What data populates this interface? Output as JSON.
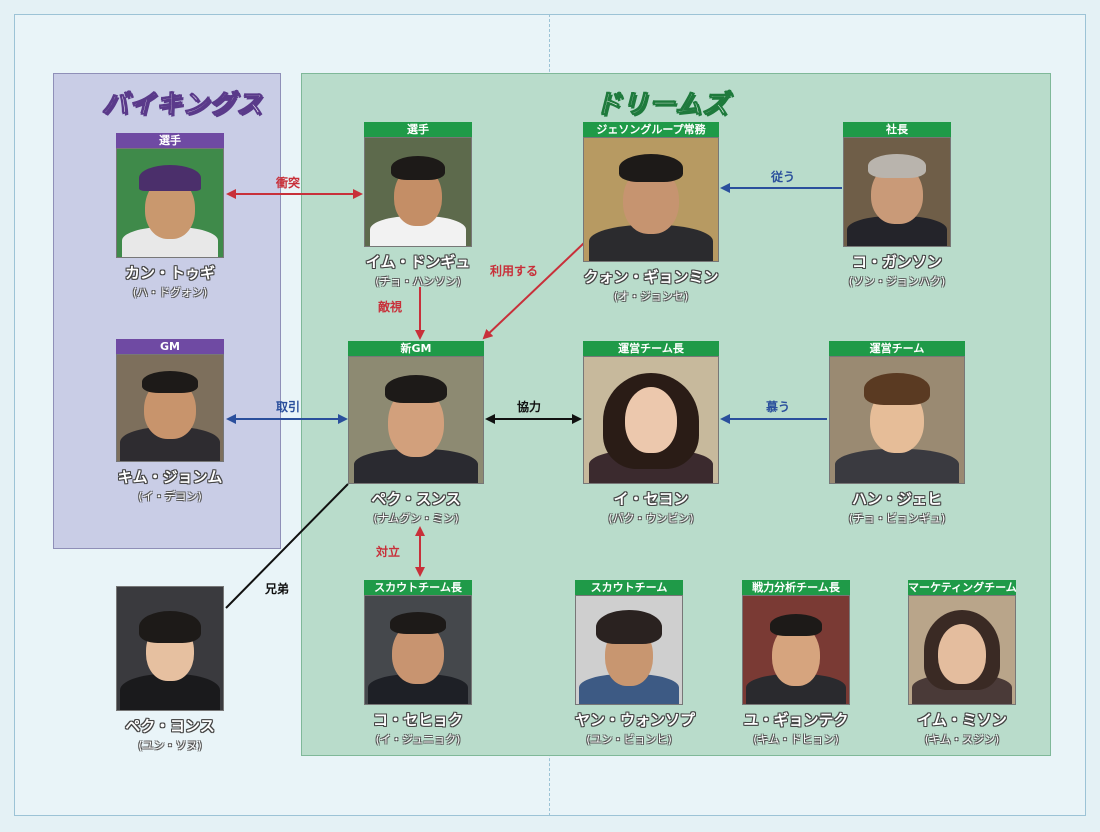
{
  "teams": {
    "vikings": "バイキングス",
    "dreams": "ドリームズ"
  },
  "characters": {
    "kang_dugi": {
      "role": "選手",
      "name": "カン・トゥギ",
      "actor": "(ハ・ドグォン)"
    },
    "kim_jongmu": {
      "role": "GM",
      "name": "キム・ジョンム",
      "actor": "(イ・デヨン)"
    },
    "baek_yongsu": {
      "name": "ペク・ヨンス",
      "actor": "(ユン・ソヌ)"
    },
    "lim_dongkyu": {
      "role": "選手",
      "name": "イム・ドンギュ",
      "actor": "(チョ・ハンソン)"
    },
    "kwon_kyungmin": {
      "role": "ジェソングループ常務",
      "name": "クォン・ギョンミン",
      "actor": "(オ・ジョンセ)"
    },
    "ko_kangson": {
      "role": "社長",
      "name": "コ・ガンソン",
      "actor": "(ソン・ジョンハク)"
    },
    "baek_seungsu": {
      "role": "新GM",
      "name": "ペク・スンス",
      "actor": "(ナムグン・ミン)"
    },
    "lee_seyoung": {
      "role": "運営チーム長",
      "name": "イ・セヨン",
      "actor": "(パク・ウンビン)"
    },
    "han_jaehee": {
      "role": "運営チーム",
      "name": "ハン・ジェヒ",
      "actor": "(チョ・ビョンギュ)"
    },
    "ko_sehyuk": {
      "role": "スカウトチーム長",
      "name": "コ・セヒョク",
      "actor": "(イ・ジュニョク)"
    },
    "yang_wonseop": {
      "role": "スカウトチーム",
      "name": "ヤン・ウォンソプ",
      "actor": "(ユン・ビョンヒ)"
    },
    "yu_kyungtaek": {
      "role": "戦力分析チーム長",
      "name": "ユ・ギョンテク",
      "actor": "(キム・ドヒョン)"
    },
    "lim_misun": {
      "role": "マーケティングチーム長",
      "name": "イム・ミソン",
      "actor": "(キム・スジン)"
    }
  },
  "relations": {
    "clash": "衝突",
    "deal": "取引",
    "hostile": "敵視",
    "use": "利用する",
    "follow": "従う",
    "cooperate": "協力",
    "admire": "慕う",
    "conflict": "対立",
    "brothers": "兄弟"
  },
  "colors": {
    "vikings": "#6f4aa3",
    "dreams": "#1f9a48",
    "rel_red": "#c8303a",
    "rel_blue": "#2a4f9c",
    "rel_black": "#111111"
  }
}
